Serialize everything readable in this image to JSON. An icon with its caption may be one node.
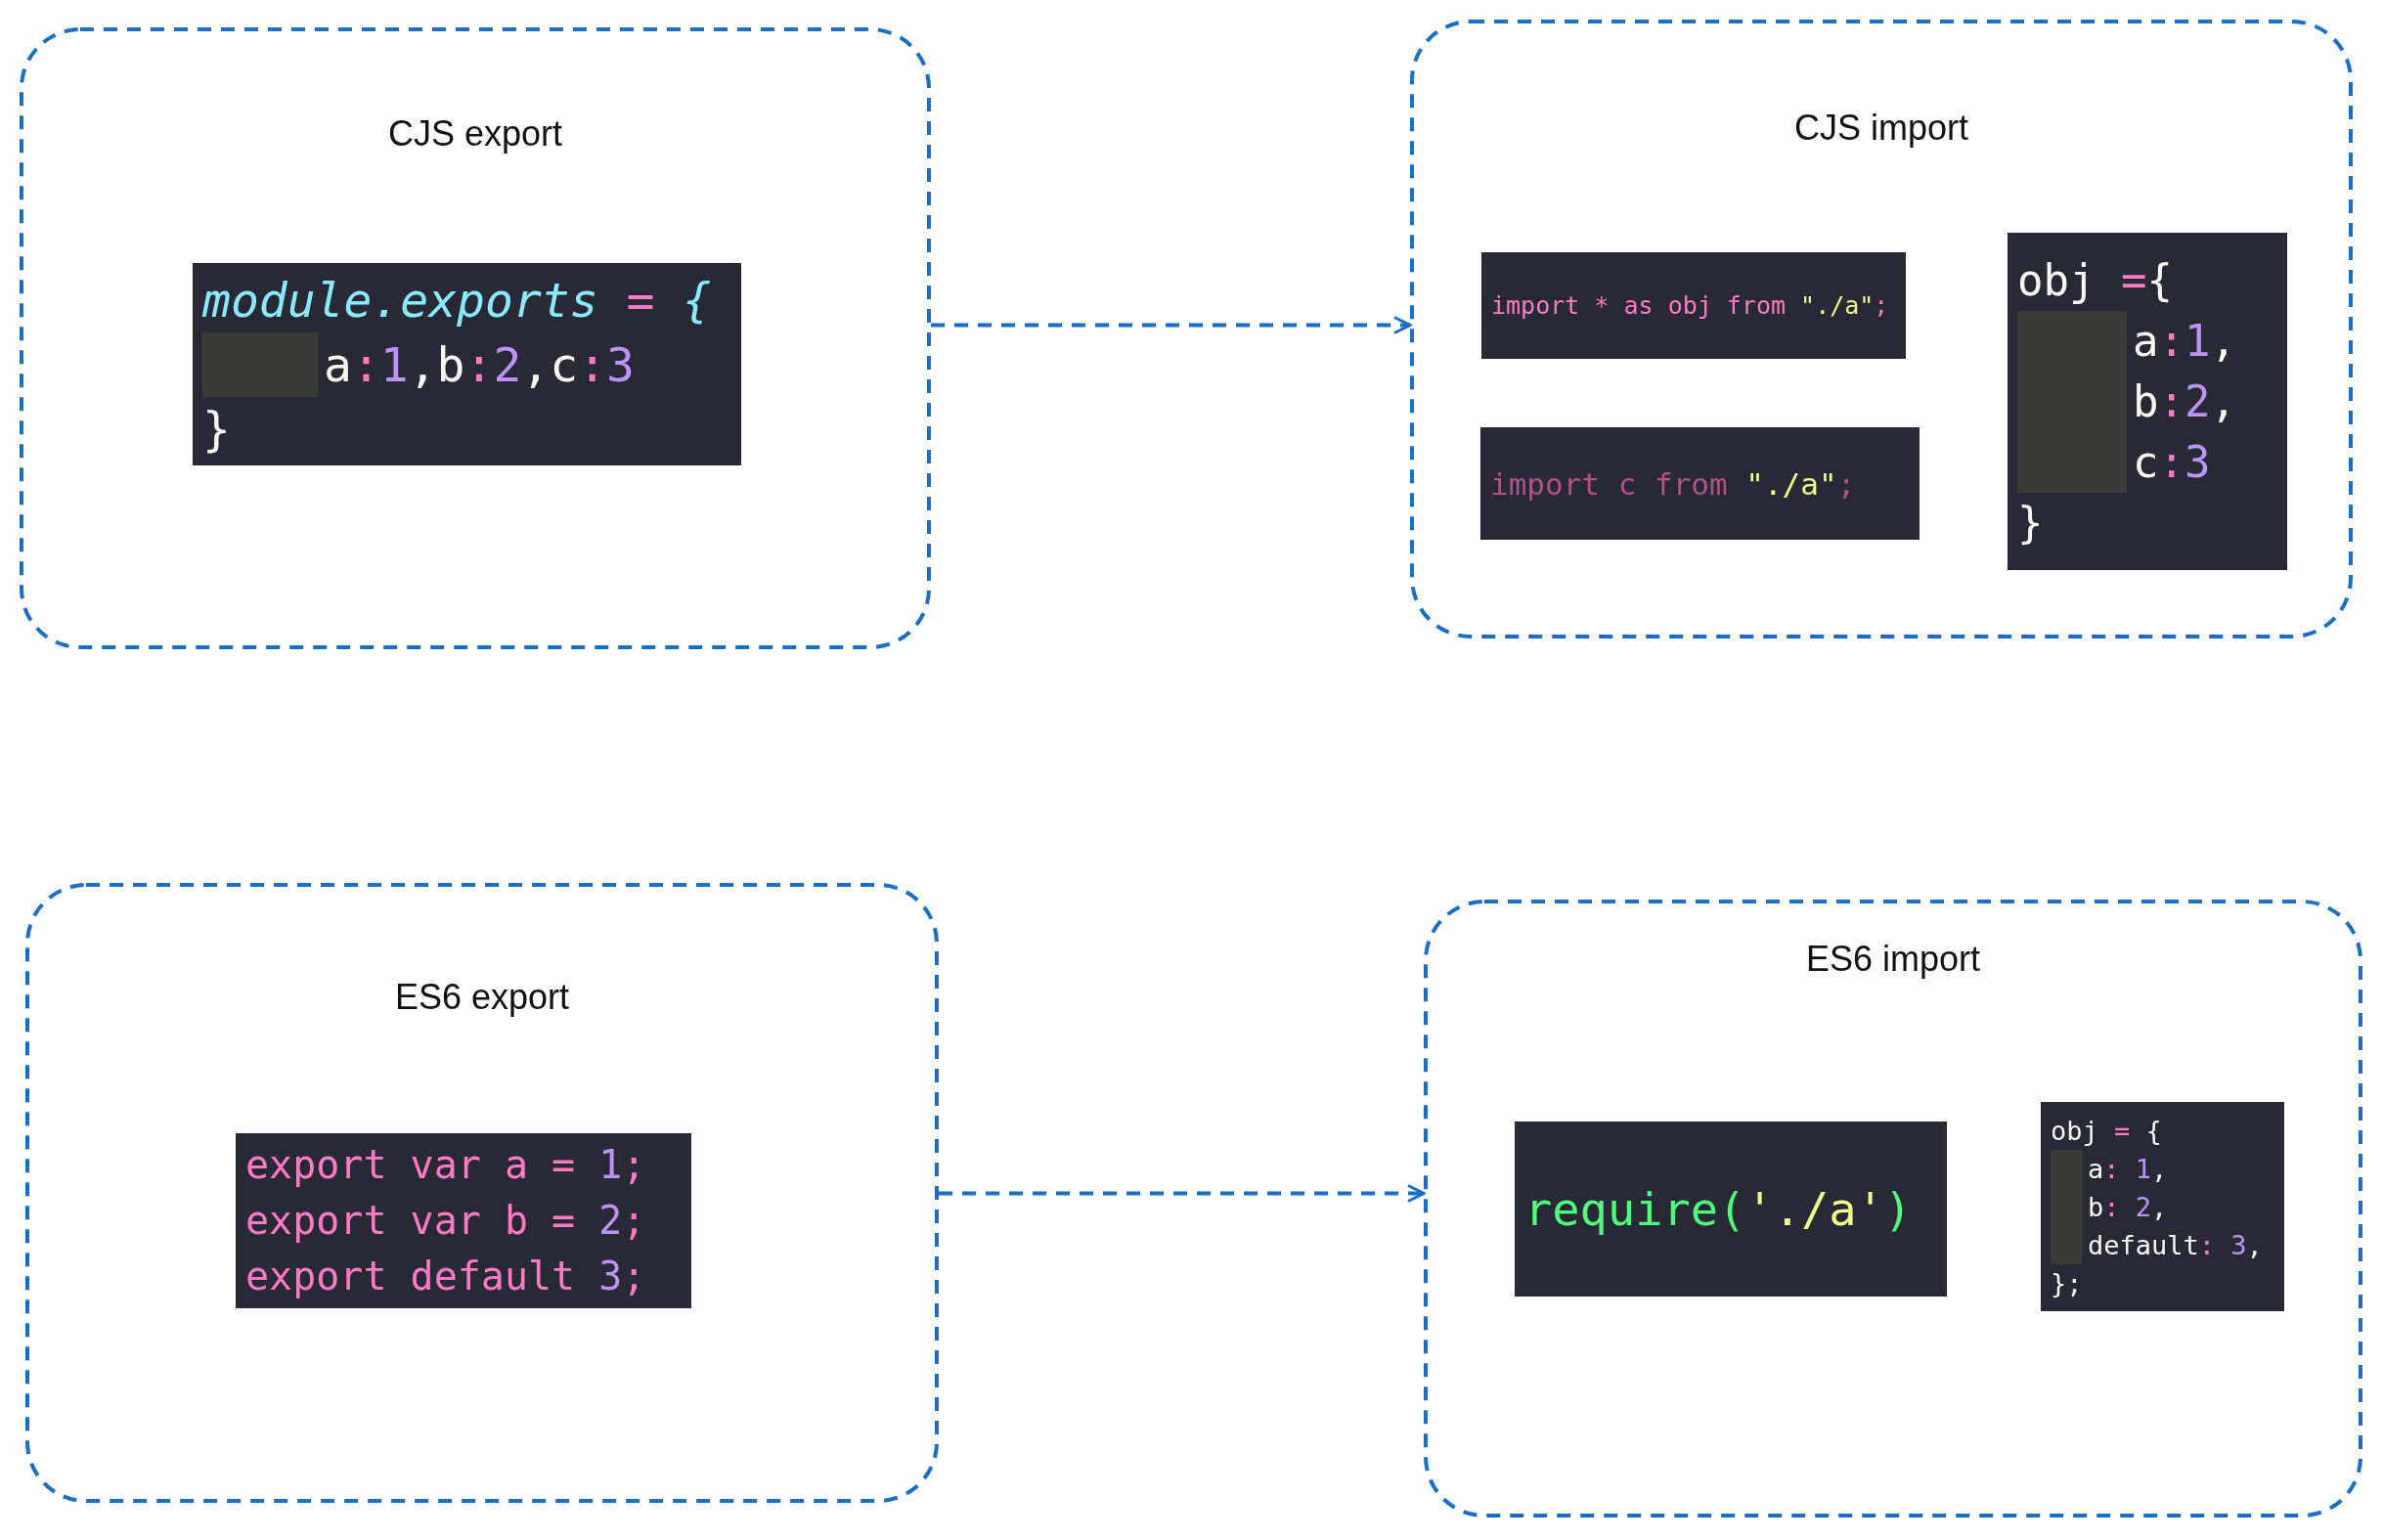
{
  "diagram": {
    "nodes": [
      {
        "text": [
          "CJS export"
        ]
      },
      {
        "text": [
          "module.exports = {",
          "a:1,b:2,c:3",
          "}"
        ],
        "in": 0
      },
      {
        "text": [
          "CJS import"
        ]
      },
      {
        "text": [
          "import * as obj from \"./a\";"
        ],
        "in": 2
      },
      {
        "text": [
          "import c from \"./a\";"
        ],
        "in": 2
      },
      {
        "text": [
          "obj ={",
          "a:1,",
          "b:2,",
          "c:3",
          "}"
        ],
        "in": 2
      },
      {
        "text": [
          "ES6 export"
        ]
      },
      {
        "text": [
          "export var a = 1;",
          "export var b = 2;",
          "export default 3;"
        ],
        "in": 6
      },
      {
        "text": [
          "ES6 import"
        ]
      },
      {
        "text": [
          "require('./a')"
        ],
        "in": 8
      },
      {
        "text": [
          "obj = {",
          "a: 1,",
          "b: 2,",
          "default: 3,",
          "};"
        ],
        "in": 8
      }
    ],
    "edges": [
      {
        "from": 0,
        "to": 2,
        "arrow": "to",
        "style": "dashed"
      },
      {
        "from": 6,
        "to": 8,
        "arrow": "to",
        "style": "dashed"
      }
    ]
  }
}
